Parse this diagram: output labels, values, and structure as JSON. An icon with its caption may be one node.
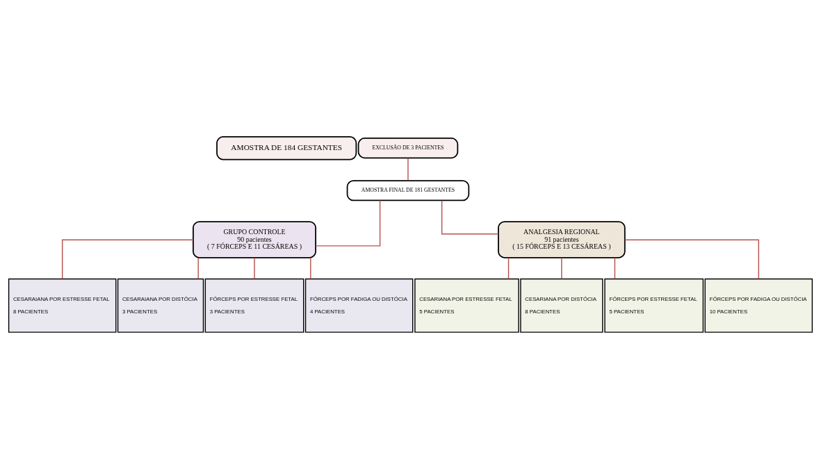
{
  "diagram": {
    "nodes": [
      {
        "text": [
          "AMOSTRA DE 184 GESTANTES"
        ]
      },
      {
        "text": [
          "EXCLUSÃO DE 3 PACIENTES"
        ]
      },
      {
        "text": [
          "AMOSTRA FINAL DE 181 GESTANTES"
        ]
      },
      {
        "text": [
          "GRUPO CONTROLE",
          "90 pacientes",
          "( 7 FÓRCEPS E 11 CESÁREAS )"
        ]
      },
      {
        "text": [
          "ANALGESIA REGIONAL",
          "91 pacientes",
          "( 15 FÓRCEPS E 13 CESÁREAS )"
        ]
      },
      {
        "text": [
          "CESARAIANA POR ESTRESSE FETAL",
          "8 PACIENTES"
        ]
      },
      {
        "text": [
          "CESARAIANA POR DISTÓCIA",
          "3 PACIENTES"
        ]
      },
      {
        "text": [
          "FÓRCEPS POR ESTRESSE FETAL",
          "3 PACIENTES"
        ]
      },
      {
        "text": [
          "FÓRCEPS POR FADIGA OU DISTÓCIA",
          "4 PACIENTES"
        ]
      },
      {
        "text": [
          "CESARIANA POR ESTRESSE FETAL",
          "5 PACIENTES"
        ]
      },
      {
        "text": [
          "CESARIANA POR DISTÓCIA",
          "8 PACIENTES"
        ]
      },
      {
        "text": [
          "FÓRCEPS POR ESTRESSE FETAL",
          "5 PACIENTES"
        ]
      },
      {
        "text": [
          "FÓRCEPS POR FADIGA OU DISTÓCIA",
          "10 PACIENTES"
        ]
      }
    ],
    "edges": [
      {
        "from": 1,
        "to": 2,
        "arrow": "none"
      },
      {
        "from": 2,
        "to": 3,
        "arrow": "none"
      },
      {
        "from": 2,
        "to": 4,
        "arrow": "none"
      },
      {
        "from": 3,
        "to": 5,
        "arrow": "none"
      },
      {
        "from": 3,
        "to": 6,
        "arrow": "none"
      },
      {
        "from": 3,
        "to": 7,
        "arrow": "none"
      },
      {
        "from": 3,
        "to": 8,
        "arrow": "none"
      },
      {
        "from": 4,
        "to": 9,
        "arrow": "none"
      },
      {
        "from": 4,
        "to": 10,
        "arrow": "none"
      },
      {
        "from": 4,
        "to": 11,
        "arrow": "none"
      },
      {
        "from": 4,
        "to": 12,
        "arrow": "none"
      }
    ]
  }
}
